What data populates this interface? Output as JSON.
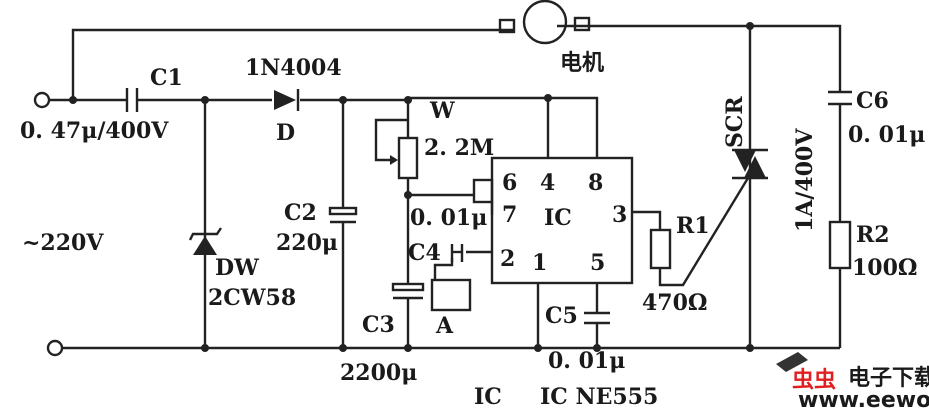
{
  "title": "IC NE555",
  "input": {
    "voltage": "~220V"
  },
  "components": {
    "c1": {
      "name": "C1",
      "value": "0. 47μ/400V"
    },
    "d": {
      "name": "D",
      "value": "1N4004"
    },
    "dw": {
      "name": "DW",
      "value": "2CW58"
    },
    "c2": {
      "name": "C2",
      "value": "220μ"
    },
    "w": {
      "name": "W",
      "value": "2. 2M"
    },
    "c3": {
      "name": "C3",
      "value": "2200μ"
    },
    "c4": {
      "name": "C4",
      "value": "0. 01μ"
    },
    "a": {
      "name": "A"
    },
    "ic": {
      "name": "IC",
      "pins": [
        "6",
        "4",
        "8",
        "7",
        "3",
        "2",
        "1",
        "5"
      ]
    },
    "c5": {
      "name": "C5",
      "value": "0. 01μ"
    },
    "r1": {
      "name": "R1",
      "value": "470Ω"
    },
    "scr": {
      "name": "SCR",
      "value": "1A/400V"
    },
    "c6": {
      "name": "C6",
      "value": "0. 01μ"
    },
    "r2": {
      "name": "R2",
      "value": "100Ω"
    },
    "motor": {
      "name": "电机"
    }
  },
  "watermark": {
    "brand": "虫虫",
    "text": "电子下载站",
    "url": "www.eeworm.com",
    "brand_color": "#e02020"
  }
}
